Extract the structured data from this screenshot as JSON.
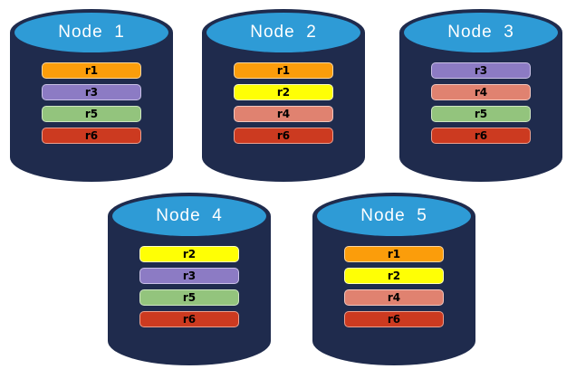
{
  "palette": {
    "page-bg": "#FFFFFF",
    "node-body": "#1F2B4D",
    "node-top": "#2E9BD6",
    "node-title-color": "#FFFFFF",
    "bar-label-color": "#000000"
  },
  "replica_colors": {
    "r1": {
      "fill": "#FB9D0B",
      "border": "#FDD79E"
    },
    "r2": {
      "fill": "#FFFF05",
      "border": "#FFFFC0"
    },
    "r3": {
      "fill": "#8C7BC4",
      "border": "#C9C1E6"
    },
    "r4": {
      "fill": "#E08270",
      "border": "#F2C6BD"
    },
    "r5": {
      "fill": "#93C47D",
      "border": "#CFE6C2"
    },
    "r6": {
      "fill": "#CC3A20",
      "border": "#EA9F8E"
    }
  },
  "nodes": [
    {
      "id": "node-1",
      "label": "Node  1",
      "replicas": [
        "r1",
        "r3",
        "r5",
        "r6"
      ]
    },
    {
      "id": "node-2",
      "label": "Node  2",
      "replicas": [
        "r1",
        "r2",
        "r4",
        "r6"
      ]
    },
    {
      "id": "node-3",
      "label": "Node  3",
      "replicas": [
        "r3",
        "r4",
        "r5",
        "r6"
      ]
    },
    {
      "id": "node-4",
      "label": "Node  4",
      "replicas": [
        "r2",
        "r3",
        "r5",
        "r6"
      ]
    },
    {
      "id": "node-5",
      "label": "Node  5",
      "replicas": [
        "r1",
        "r2",
        "r4",
        "r6"
      ]
    }
  ]
}
